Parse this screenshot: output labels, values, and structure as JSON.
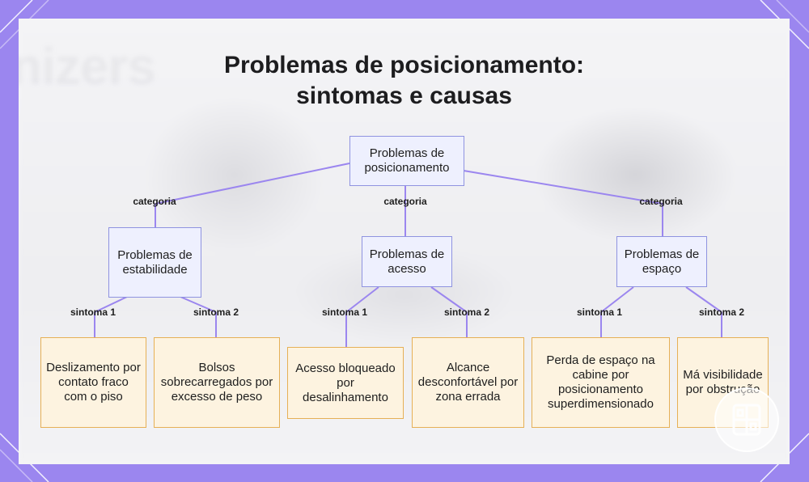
{
  "title": {
    "line1": "Problemas de posicionamento:",
    "line2": "sintomas e causas"
  },
  "background_word": "nizers",
  "colors": {
    "frame": "#9b86ef",
    "connector": "#9b86ef",
    "category_fill": "#eef0fe",
    "category_border": "#8f93e0",
    "symptom_fill": "#fdf3e0",
    "symptom_border": "#e6b056"
  },
  "diagram": {
    "root": "Problemas de posicionamento",
    "category_label": "categoria",
    "categories": [
      {
        "label": "Problemas de estabilidade",
        "symptoms": [
          {
            "edge": "sintoma 1",
            "label": "Deslizamento por contato fraco com o piso"
          },
          {
            "edge": "sintoma 2",
            "label": "Bolsos sobrecarregados por excesso de peso"
          }
        ]
      },
      {
        "label": "Problemas de acesso",
        "symptoms": [
          {
            "edge": "sintoma 1",
            "label": "Acesso bloqueado por desalinhamento"
          },
          {
            "edge": "sintoma 2",
            "label": "Alcance desconfortável por zona errada"
          }
        ]
      },
      {
        "label": "Problemas de espaço",
        "symptoms": [
          {
            "edge": "sintoma 1",
            "label": "Perda de espaço na cabine por posicionamento superdimensionado"
          },
          {
            "edge": "sintoma 2",
            "label": "Má visibilidade por obstrução"
          }
        ]
      }
    ]
  }
}
